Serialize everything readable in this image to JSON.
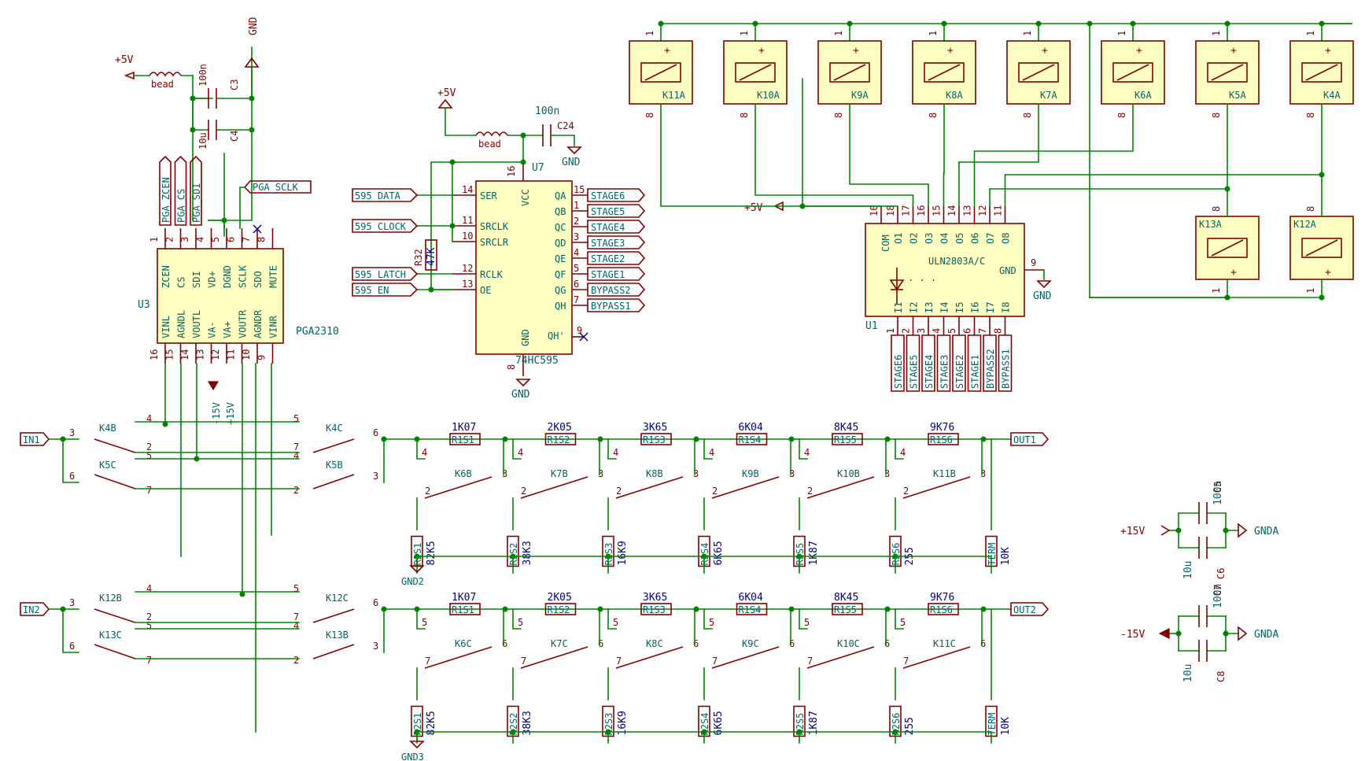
{
  "power": {
    "p5v": "+5V",
    "gnd": "GND",
    "gnda": "GNDA",
    "p15v": "+15V",
    "m15v": "-15V",
    "gnd2": "GND2",
    "gnd3": "GND3",
    "bead": "bead"
  },
  "caps": {
    "c3": "C3",
    "c3v": "100n",
    "c4": "C4",
    "c4v": "10u",
    "c24": "C24",
    "c24v": "100n",
    "c5": "C5",
    "c5v": "100n",
    "c6": "C6",
    "c6v": "10u",
    "c7": "C7",
    "c7v": "100n",
    "c8": "C8",
    "c8v": "10u"
  },
  "u3": {
    "ref": "U3",
    "value": "PGA2310",
    "top_pins": [
      {
        "num": "1",
        "name": "ZCEN"
      },
      {
        "num": "2",
        "name": "CS"
      },
      {
        "num": "3",
        "name": "SDI"
      },
      {
        "num": "4",
        "name": "VD+"
      },
      {
        "num": "5",
        "name": "DGND"
      },
      {
        "num": "6",
        "name": "SCLK"
      },
      {
        "num": "7",
        "name": "SDO"
      },
      {
        "num": "8",
        "name": "MUTE"
      }
    ],
    "bottom_pins": [
      {
        "num": "16",
        "name": "VINL"
      },
      {
        "num": "15",
        "name": "AGNDL"
      },
      {
        "num": "14",
        "name": "VOUTL"
      },
      {
        "num": "13",
        "name": "VA-"
      },
      {
        "num": "12",
        "name": "VA+"
      },
      {
        "num": "11",
        "name": "VOUTR"
      },
      {
        "num": "10",
        "name": "AGNDR"
      },
      {
        "num": "9",
        "name": "VINR"
      }
    ],
    "labels": [
      "PGA_ZCEN",
      "PGA_CS",
      "PGA_SDI"
    ],
    "sclk_label": "PGA_SCLK"
  },
  "u7": {
    "ref": "U7",
    "value": "74HC595",
    "left_pins": [
      {
        "num": "14",
        "name": "SER",
        "net": "595_DATA"
      },
      {
        "num": "11",
        "name": "SRCLK",
        "net": "595_CLOCK"
      },
      {
        "num": "10",
        "name": "SRCLR",
        "net": ""
      },
      {
        "num": "12",
        "name": "RCLK",
        "net": "595_LATCH"
      },
      {
        "num": "13",
        "name": "OE",
        "net": "595_EN"
      }
    ],
    "right_pins": [
      {
        "num": "15",
        "name": "QA",
        "net": "STAGE6"
      },
      {
        "num": "1",
        "name": "QB",
        "net": "STAGE5"
      },
      {
        "num": "2",
        "name": "QC",
        "net": "STAGE4"
      },
      {
        "num": "3",
        "name": "QD",
        "net": "STAGE3"
      },
      {
        "num": "4",
        "name": "QE",
        "net": "STAGE2"
      },
      {
        "num": "5",
        "name": "QF",
        "net": "STAGE1"
      },
      {
        "num": "6",
        "name": "QG",
        "net": "BYPASS2"
      },
      {
        "num": "7",
        "name": "QH",
        "net": "BYPASS1"
      }
    ],
    "vcc": "VCC",
    "vcc_pin": "16",
    "gnd_name": "GND",
    "gnd_pin": "8",
    "qh2": "QH'",
    "qh2_pin": "9",
    "r32": "R32",
    "r32v": "47K"
  },
  "u1": {
    "ref": "U1",
    "value": "ULN2803A/C",
    "com": "COM",
    "gnd_name": "GND",
    "gnd_pin": "9",
    "com_pin": "10",
    "dots": ". . .",
    "outputs": [
      {
        "num": "18",
        "name": "O1"
      },
      {
        "num": "17",
        "name": "O2"
      },
      {
        "num": "16",
        "name": "O3"
      },
      {
        "num": "15",
        "name": "O4"
      },
      {
        "num": "14",
        "name": "O5"
      },
      {
        "num": "13",
        "name": "O6"
      },
      {
        "num": "12",
        "name": "O7"
      },
      {
        "num": "11",
        "name": "O8"
      }
    ],
    "inputs": [
      {
        "num": "1",
        "name": "I1",
        "net": "STAGE6"
      },
      {
        "num": "2",
        "name": "I2",
        "net": "STAGE5"
      },
      {
        "num": "3",
        "name": "I3",
        "net": "STAGE4"
      },
      {
        "num": "4",
        "name": "I4",
        "net": "STAGE3"
      },
      {
        "num": "5",
        "name": "I5",
        "net": "STAGE2"
      },
      {
        "num": "6",
        "name": "I6",
        "net": "STAGE1"
      },
      {
        "num": "7",
        "name": "I7",
        "net": "BYPASS2"
      },
      {
        "num": "8",
        "name": "I8",
        "net": "BYPASS1"
      }
    ]
  },
  "relay_coils_top": [
    "K11A",
    "K10A",
    "K9A",
    "K8A",
    "K7A",
    "K6A",
    "K5A",
    "K4A"
  ],
  "relay_coils_bottom": [
    "K13A",
    "K12A"
  ],
  "coil_pin_top": "1",
  "coil_pin_bottom": "8",
  "channel1": {
    "in": "IN1",
    "out": "OUT1",
    "gnd": "GND2",
    "sw_in_left": [
      "K4B",
      "K5C"
    ],
    "sw_in_right": [
      "K4C",
      "K5B"
    ],
    "series": [
      {
        "ref": "R1S1",
        "val": "1K07"
      },
      {
        "ref": "R1S2",
        "val": "2K05"
      },
      {
        "ref": "R1S3",
        "val": "3K65"
      },
      {
        "ref": "R1S4",
        "val": "6K04"
      },
      {
        "ref": "R1S5",
        "val": "8K45"
      },
      {
        "ref": "R1S6",
        "val": "9K76"
      }
    ],
    "shunt": [
      {
        "ref": "R2S1",
        "val": "82K5"
      },
      {
        "ref": "R2S2",
        "val": "38K3"
      },
      {
        "ref": "R2S3",
        "val": "16K9"
      },
      {
        "ref": "R2S4",
        "val": "6K65"
      },
      {
        "ref": "R2S5",
        "val": "1K87"
      },
      {
        "ref": "R2S6",
        "val": "255"
      }
    ],
    "switches": [
      "K6B",
      "K7B",
      "K8B",
      "K9B",
      "K10B",
      "K11B"
    ],
    "sw_pins": [
      "4",
      "3",
      "2"
    ],
    "term": {
      "ref": "TERM",
      "val": "10K"
    }
  },
  "channel2": {
    "in": "IN2",
    "out": "OUT2",
    "gnd": "GND3",
    "sw_in_left": [
      "K12B",
      "K13C"
    ],
    "sw_in_right": [
      "K12C",
      "K13B"
    ],
    "series": [
      {
        "ref": "R1S1",
        "val": "1K07"
      },
      {
        "ref": "R1S2",
        "val": "2K05"
      },
      {
        "ref": "R1S3",
        "val": "3K65"
      },
      {
        "ref": "R1S4",
        "val": "6K04"
      },
      {
        "ref": "R1S5",
        "val": "8K45"
      },
      {
        "ref": "R1S6",
        "val": "9K76"
      }
    ],
    "shunt": [
      {
        "ref": "R2S1",
        "val": "82K5"
      },
      {
        "ref": "R2S2",
        "val": "38K3"
      },
      {
        "ref": "R2S3",
        "val": "16K9"
      },
      {
        "ref": "R2S4",
        "val": "6K65"
      },
      {
        "ref": "R2S5",
        "val": "1K87"
      },
      {
        "ref": "R2S6",
        "val": "255"
      }
    ],
    "switches": [
      "K6C",
      "K7C",
      "K8C",
      "K9C",
      "K10C",
      "K11C"
    ],
    "sw_pins": [
      "5",
      "6",
      "7"
    ],
    "term": {
      "ref": "TERM",
      "val": "10K"
    }
  },
  "in_sw_pins": {
    "a_top": "4",
    "a_mid": "3",
    "a_bot": "2",
    "b_top": "5",
    "b_mid": "6",
    "b_bot": "7"
  }
}
